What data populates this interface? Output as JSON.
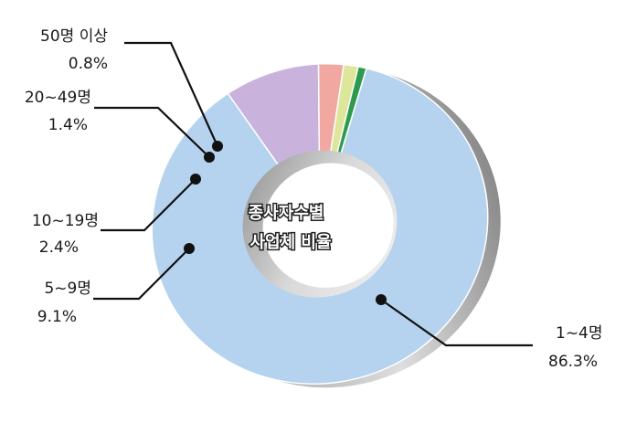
{
  "chart_data": {
    "type": "pie",
    "title": "종사자수별 사업체 비율",
    "title_lines": [
      "종사자수별",
      "사업체 비율"
    ],
    "slices": [
      {
        "label": "1~4명",
        "value": 86.3,
        "value_text": "86.3%",
        "color": "#b5d3ef"
      },
      {
        "label": "5~9명",
        "value": 9.1,
        "value_text": "9.1%",
        "color": "#c9b3dc"
      },
      {
        "label": "10~19명",
        "value": 2.4,
        "value_text": "2.4%",
        "color": "#f1a8a0"
      },
      {
        "label": "20~49명",
        "value": 1.4,
        "value_text": "1.4%",
        "color": "#dde69a"
      },
      {
        "label": "50명 이상",
        "value": 0.8,
        "value_text": "0.8%",
        "color": "#2e9a4e"
      }
    ],
    "donut": true,
    "legend": "none"
  }
}
